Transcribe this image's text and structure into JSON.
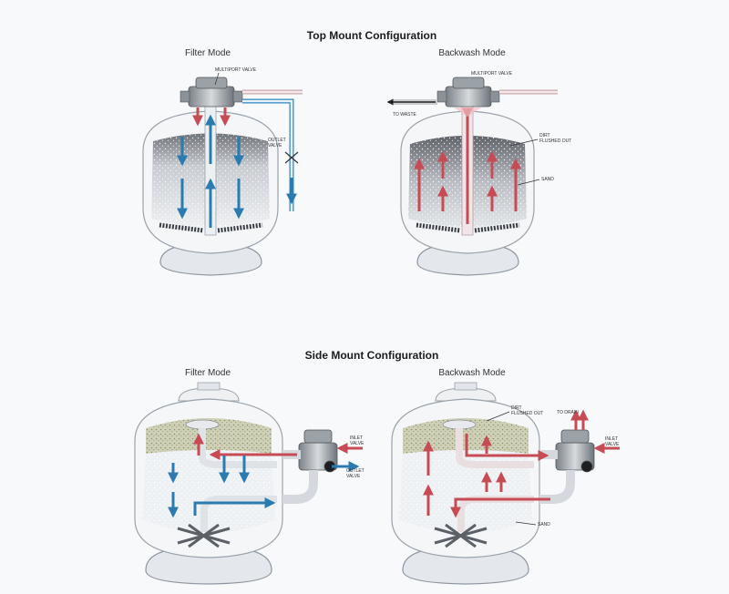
{
  "headings": {
    "top": "Top Mount Configuration",
    "side": "Side Mount Configuration"
  },
  "panels": {
    "top_filter": {
      "title": "Filter Mode",
      "labels": {
        "multiport_valve": "MULTIPORT VALVE",
        "outlet_1": "OUTLET",
        "outlet_2": "VALVE"
      }
    },
    "top_backwash": {
      "title": "Backwash Mode",
      "labels": {
        "multiport_valve": "MULTIPORT VALVE",
        "to_waste": "TO WASTE",
        "dirt_1": "DIRT",
        "dirt_2": "FLUSHED OUT",
        "sand": "SAND"
      }
    },
    "side_filter": {
      "title": "Filter Mode",
      "labels": {
        "inlet_1": "INLET",
        "inlet_2": "VALVE",
        "outlet_1": "OUTLET",
        "outlet_2": "VALVE"
      }
    },
    "side_backwash": {
      "title": "Backwash Mode",
      "labels": {
        "dirt_1": "DIRT",
        "dirt_2": "FLUSHED OUT",
        "to_drain": "TO DRAIN",
        "inlet_1": "INLET",
        "inlet_2": "VALVE",
        "sand": "SAND"
      }
    }
  },
  "colors": {
    "filter_flow": "#2c7bb0",
    "backwash_flow": "#c64b55",
    "sand": "#d7d9c7",
    "tank": "#f4f6f8"
  }
}
